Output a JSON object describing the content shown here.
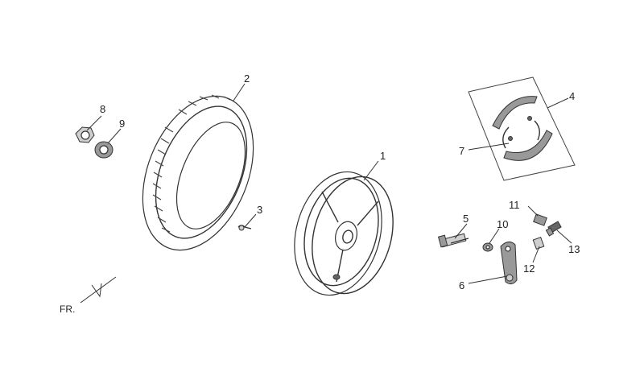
{
  "callouts": {
    "c1": "1",
    "c2": "2",
    "c3": "3",
    "c4": "4",
    "c5": "5",
    "c6": "6",
    "c7": "7",
    "c8": "8",
    "c9": "9",
    "c10": "10",
    "c11": "11",
    "c12": "12",
    "c13": "13"
  },
  "direction_label": "FR.",
  "colors": {
    "line": "#333333",
    "background": "#ffffff"
  }
}
